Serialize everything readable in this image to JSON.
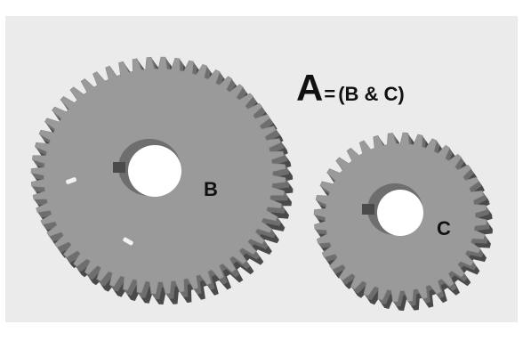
{
  "formula": {
    "lhs": "A",
    "equals": "=",
    "rhs": "(B & C)"
  },
  "gears": [
    {
      "id": "gear-b",
      "label": "B",
      "teeth": 56
    },
    {
      "id": "gear-c",
      "label": "C",
      "teeth": 36
    }
  ],
  "colors": {
    "panel": "#ebebeb",
    "gear_face": "#9a9a9a",
    "gear_side": "#6e6e6e",
    "gear_shadow": "#4a4a4a",
    "bore": "#ffffff",
    "text": "#111111"
  }
}
